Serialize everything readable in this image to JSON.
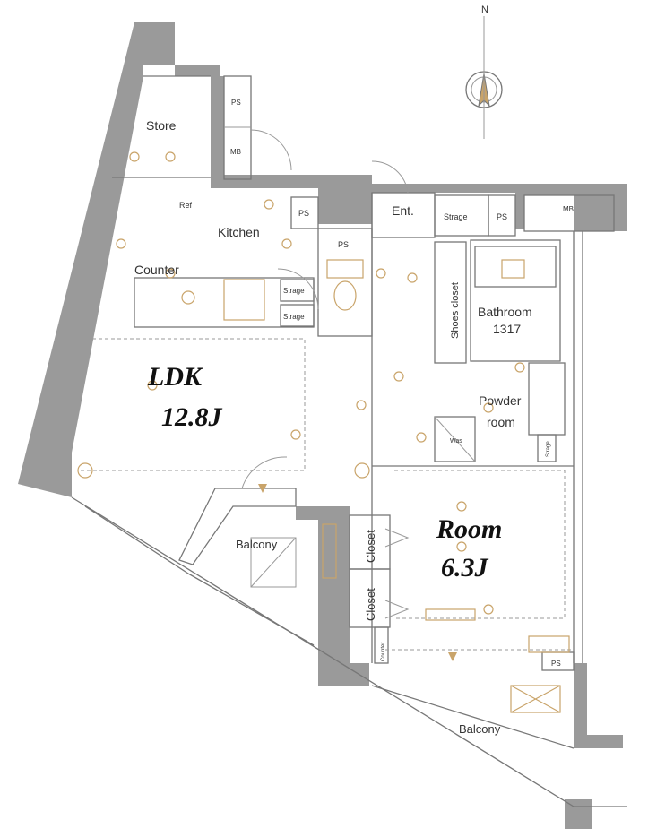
{
  "compass": {
    "north_label": "N"
  },
  "rooms": {
    "store": "Store",
    "ps_top": "PS",
    "mb_top": "MB",
    "ref": "Ref",
    "kitchen": "Kitchen",
    "counter": "Counter",
    "strage_1": "Strage",
    "strage_2": "Strage",
    "ps_kitchen": "PS",
    "ps_toilet": "PS",
    "entrance": "Ent.",
    "strage_ent": "Strage",
    "ps_ent": "PS",
    "mb_ent": "MB",
    "shoes_closet": "Shoes closet",
    "bathroom": "Bathroom",
    "bathroom_size": "1317",
    "powder_room_1": "Powder",
    "powder_room_2": "room",
    "wash": "Was",
    "strage_powder": "Strage",
    "ldk": "LDK",
    "ldk_size": "12.8J",
    "balcony_1": "Balcony",
    "closet_1": "Closet",
    "closet_2": "Closet",
    "room": "Room",
    "room_size": "6.3J",
    "counter_room": "Counter",
    "ps_room": "PS",
    "balcony_2": "Balcony"
  },
  "colors": {
    "wall": "#9a9a9a",
    "fixture": "#c9a46a",
    "line": "#777777"
  }
}
